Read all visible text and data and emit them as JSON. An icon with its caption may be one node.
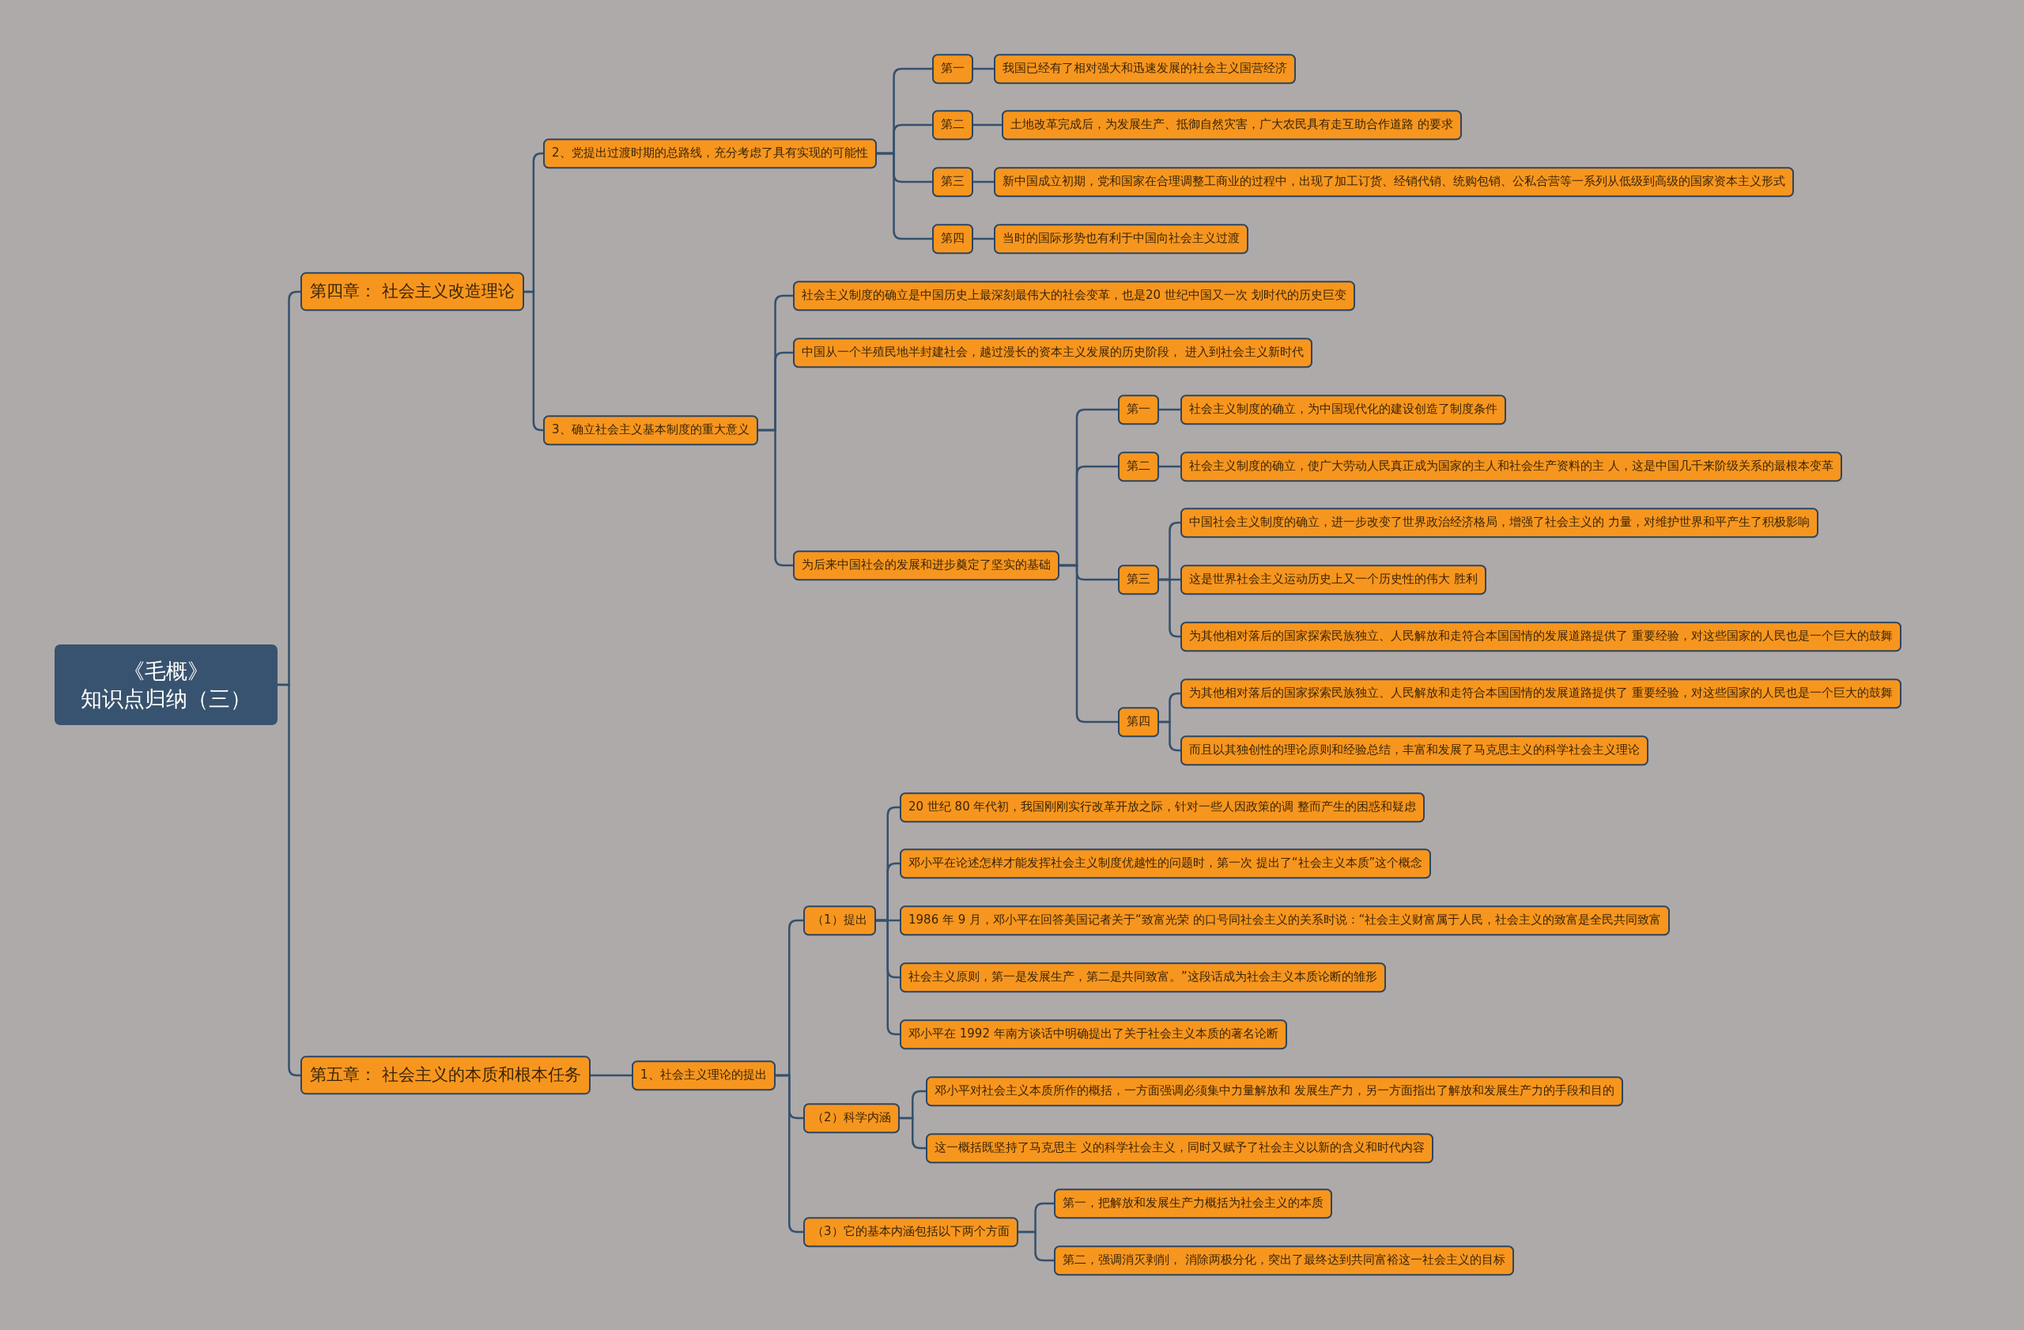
{
  "diagram": {
    "nodes": [
      {
        "text": [
          "《毛概》知识点归纳（三）"
        ]
      },
      {
        "text": [
          "第四章：  社会主义改造理论"
        ]
      },
      {
        "text": [
          "2、党提出过渡时期的总路线，充分考虑了具有实现的可能性"
        ]
      },
      {
        "text": [
          "第一"
        ]
      },
      {
        "text": [
          "我国已经有了相对强大和迅速发展的社会主义国营经济"
        ]
      },
      {
        "text": [
          "第二"
        ]
      },
      {
        "text": [
          "土地改革完成后，为发展生产、抵御自然灾害，广大农民具有走互助合作道路 的要求"
        ]
      },
      {
        "text": [
          "第三"
        ]
      },
      {
        "text": [
          "新中国成立初期，党和国家在合理调整工商业的过程中，出现了加工订货、经销代销、统购包销、公私合营等一系列从低级到高级的国家资本主义形式"
        ]
      },
      {
        "text": [
          "第四"
        ]
      },
      {
        "text": [
          "当时的国际形势也有利于中国向社会主义过渡"
        ]
      },
      {
        "text": [
          "3、确立社会主义基本制度的重大意义"
        ]
      },
      {
        "text": [
          "社会主义制度的确立是中国历史上最深刻最伟大的社会变革，也是20 世纪中国又一次 划时代的历史巨变"
        ]
      },
      {
        "text": [
          "中国从一个半殖民地半封建社会，越过漫长的资本主义发展的历史阶段， 进入到社会主义新时代"
        ]
      },
      {
        "text": [
          "为后来中国社会的发展和进步奠定了坚实的基础"
        ]
      },
      {
        "text": [
          "第一"
        ]
      },
      {
        "text": [
          "社会主义制度的确立，为中国现代化的建设创造了制度条件"
        ]
      },
      {
        "text": [
          "第二"
        ]
      },
      {
        "text": [
          "社会主义制度的确立，使广大劳动人民真正成为国家的主人和社会生产资料的主 人，这是中国几千来阶级关系的最根本变革"
        ]
      },
      {
        "text": [
          "第三"
        ]
      },
      {
        "text": [
          "中国社会主义制度的确立，进一步改变了世界政治经济格局，增强了社会主义的 力量，对维护世界和平产生了积极影响"
        ]
      },
      {
        "text": [
          "这是世界社会主义运动历史上又一个历史性的伟大 胜利"
        ]
      },
      {
        "text": [
          "为其他相对落后的国家探索民族独立、人民解放和走符合本国国情的发展道路提供了 重要经验，对这些国家的人民也是一个巨大的鼓舞"
        ]
      },
      {
        "text": [
          "第四"
        ]
      },
      {
        "text": [
          "为其他相对落后的国家探索民族独立、人民解放和走符合本国国情的发展道路提供了 重要经验，对这些国家的人民也是一个巨大的鼓舞"
        ]
      },
      {
        "text": [
          "而且以其独创性的理论原则和经验总结，丰富和发展了马克思主义的科学社会主义理论"
        ]
      },
      {
        "text": [
          "第五章：  社会主义的本质和根本任务"
        ]
      },
      {
        "text": [
          "1、社会主义理论的提出"
        ]
      },
      {
        "text": [
          "（1）提出"
        ]
      },
      {
        "text": [
          "20 世纪 80 年代初，我国刚刚实行改革开放之际，针对一些人因政策的调 整而产生的困惑和疑虑"
        ]
      },
      {
        "text": [
          "邓小平在论述怎样才能发挥社会主义制度优越性的问题时，第一次 提出了“社会主义本质”这个概念"
        ]
      },
      {
        "text": [
          "1986 年 9 月，邓小平在回答美国记者关于“致富光荣 的口号同社会主义的关系时说：“社会主义财富属于人民，社会主义的致富是全民共同致富"
        ]
      },
      {
        "text": [
          "社会主义原则，第一是发展生产，第二是共同致富。”这段话成为社会主义本质论断的雏形"
        ]
      },
      {
        "text": [
          "邓小平在 1992 年南方谈话中明确提出了关于社会主义本质的著名论断"
        ]
      },
      {
        "text": [
          "（2）科学内涵"
        ]
      },
      {
        "text": [
          "邓小平对社会主义本质所作的概括，一方面强调必须集中力量解放和 发展生产力，另一方面指出了解放和发展生产力的手段和目的"
        ]
      },
      {
        "text": [
          "这一概括既坚持了马克思主 义的科学社会主义，同时又赋予了社会主义以新的含义和时代内容"
        ]
      },
      {
        "text": [
          "（3）它的基本内涵包括以下两个方面"
        ]
      },
      {
        "text": [
          "第一，把解放和发展生产力概括为社会主义的本质"
        ]
      },
      {
        "text": [
          "第二，强调消灭剥削， 消除两极分化，突出了最终达到共同富裕这一社会主义的目标"
        ]
      }
    ],
    "edges": [
      {
        "from": 0,
        "to": 1,
        "arrow": "none"
      },
      {
        "from": 1,
        "to": 2,
        "arrow": "none"
      },
      {
        "from": 2,
        "to": 3,
        "arrow": "none"
      },
      {
        "from": 3,
        "to": 4,
        "arrow": "none"
      },
      {
        "from": 2,
        "to": 5,
        "arrow": "none"
      },
      {
        "from": 5,
        "to": 6,
        "arrow": "none"
      },
      {
        "from": 2,
        "to": 7,
        "arrow": "none"
      },
      {
        "from": 7,
        "to": 8,
        "arrow": "none"
      },
      {
        "from": 2,
        "to": 9,
        "arrow": "none"
      },
      {
        "from": 9,
        "to": 10,
        "arrow": "none"
      },
      {
        "from": 1,
        "to": 11,
        "arrow": "none"
      },
      {
        "from": 11,
        "to": 12,
        "arrow": "none"
      },
      {
        "from": 11,
        "to": 13,
        "arrow": "none"
      },
      {
        "from": 11,
        "to": 14,
        "arrow": "none"
      },
      {
        "from": 14,
        "to": 15,
        "arrow": "none"
      },
      {
        "from": 15,
        "to": 16,
        "arrow": "none"
      },
      {
        "from": 14,
        "to": 17,
        "arrow": "none"
      },
      {
        "from": 17,
        "to": 18,
        "arrow": "none"
      },
      {
        "from": 14,
        "to": 19,
        "arrow": "none"
      },
      {
        "from": 19,
        "to": 20,
        "arrow": "none"
      },
      {
        "from": 19,
        "to": 21,
        "arrow": "none"
      },
      {
        "from": 19,
        "to": 22,
        "arrow": "none"
      },
      {
        "from": 14,
        "to": 23,
        "arrow": "none"
      },
      {
        "from": 23,
        "to": 24,
        "arrow": "none"
      },
      {
        "from": 23,
        "to": 25,
        "arrow": "none"
      },
      {
        "from": 0,
        "to": 26,
        "arrow": "none"
      },
      {
        "from": 26,
        "to": 27,
        "arrow": "none"
      },
      {
        "from": 27,
        "to": 28,
        "arrow": "none"
      },
      {
        "from": 28,
        "to": 29,
        "arrow": "none"
      },
      {
        "from": 28,
        "to": 30,
        "arrow": "none"
      },
      {
        "from": 28,
        "to": 31,
        "arrow": "none"
      },
      {
        "from": 28,
        "to": 32,
        "arrow": "none"
      },
      {
        "from": 28,
        "to": 33,
        "arrow": "none"
      },
      {
        "from": 27,
        "to": 34,
        "arrow": "none"
      },
      {
        "from": 34,
        "to": 35,
        "arrow": "none"
      },
      {
        "from": 34,
        "to": 36,
        "arrow": "none"
      },
      {
        "from": 27,
        "to": 37,
        "arrow": "none"
      },
      {
        "from": 37,
        "to": 38,
        "arrow": "none"
      },
      {
        "from": 37,
        "to": 39,
        "arrow": "none"
      }
    ]
  }
}
